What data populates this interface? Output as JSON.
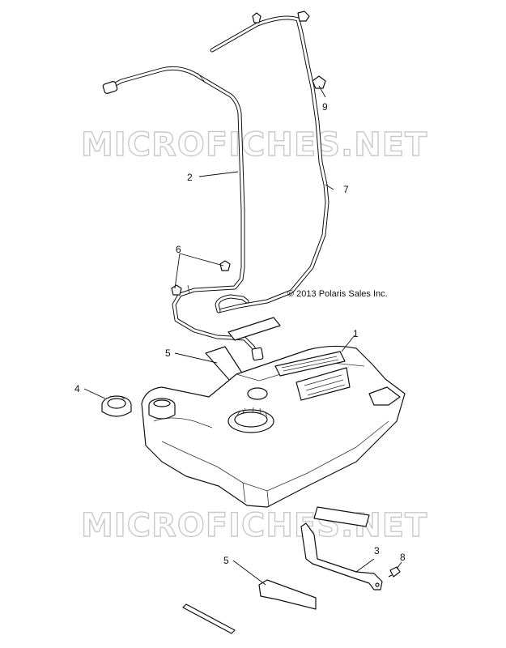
{
  "watermarks": [
    "MICROFICHES.NET",
    "MICROFICHES.NET"
  ],
  "copyright": "© 2013 Polaris Sales Inc.",
  "callouts": {
    "c1": "1",
    "c2": "2",
    "c3": "3",
    "c4": "4",
    "c5a": "5",
    "c5b": "5",
    "c6": "6",
    "c7": "7",
    "c8": "8",
    "c9": "9"
  }
}
